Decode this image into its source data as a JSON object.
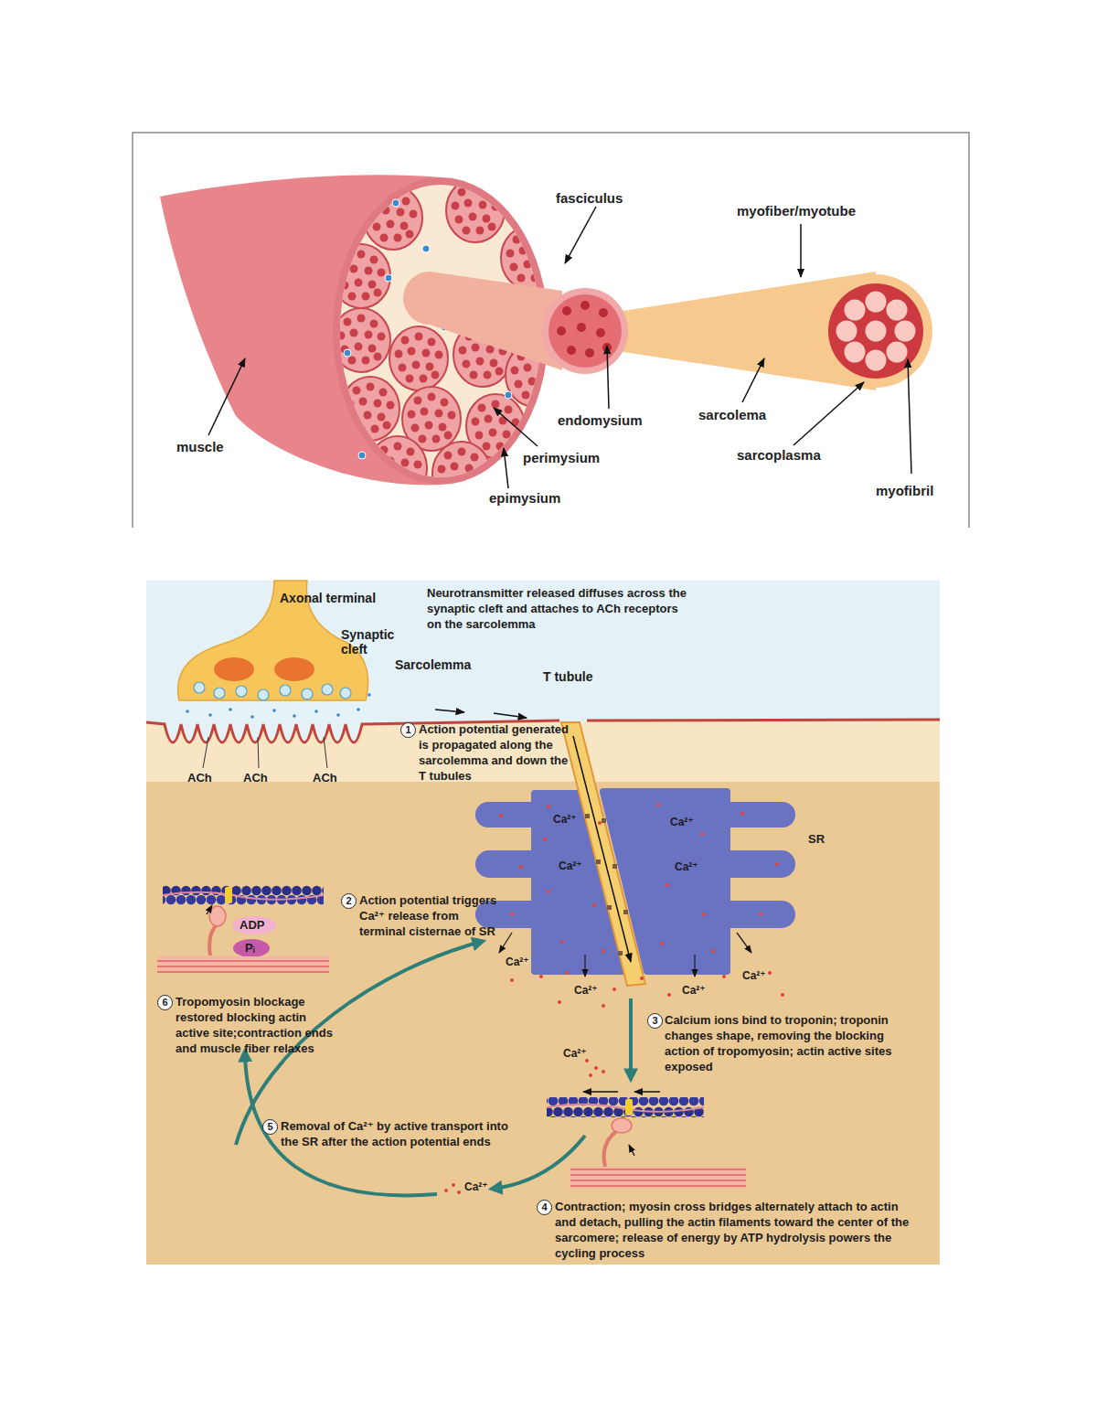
{
  "diagram": {
    "labels": [
      "fasciculus",
      "myofiber/myotube",
      "muscle",
      "endomysium",
      "sarcolema",
      "perimysium",
      "sarcoplasma",
      "epimysium",
      "myofibril",
      "Axonal terminal",
      "Neurotransmitter released diffuses across the synaptic cleft and attaches to ACh receptors on the sarcolemma",
      "Synaptic cleft",
      "Sarcolemma",
      "T tubule",
      "1",
      "Action potential generated is propagated along the sarcolemma and down the T tubules",
      "ACh",
      "ACh",
      "ACh",
      "Ca²⁺",
      "Ca²⁺",
      "Ca²⁺",
      "Ca²⁺",
      "SR",
      "2",
      "Action potential triggers Ca²⁺ release from terminal cisternae of SR",
      "ADP",
      "Pᵢ",
      "Ca²⁺",
      "Ca²⁺",
      "Ca²⁺",
      "Ca²⁺",
      "6",
      "Tropomyosin blockage restored blocking actin active site;contraction ends and muscle fiber relaxes",
      "3",
      "Calcium ions bind to troponin; troponin changes shape, removing the blocking action of tropomyosin; actin active sites exposed",
      "Ca²⁺",
      "5",
      "Removal of Ca²⁺ by active transport into the SR after the action potential ends",
      "Ca²⁺",
      "4",
      "Contraction; myosin cross bridges alternately attach to actin and detach, pulling the actin filaments toward the center of the sarcomere; release of energy by ATP hydrolysis powers the cycling process"
    ]
  }
}
